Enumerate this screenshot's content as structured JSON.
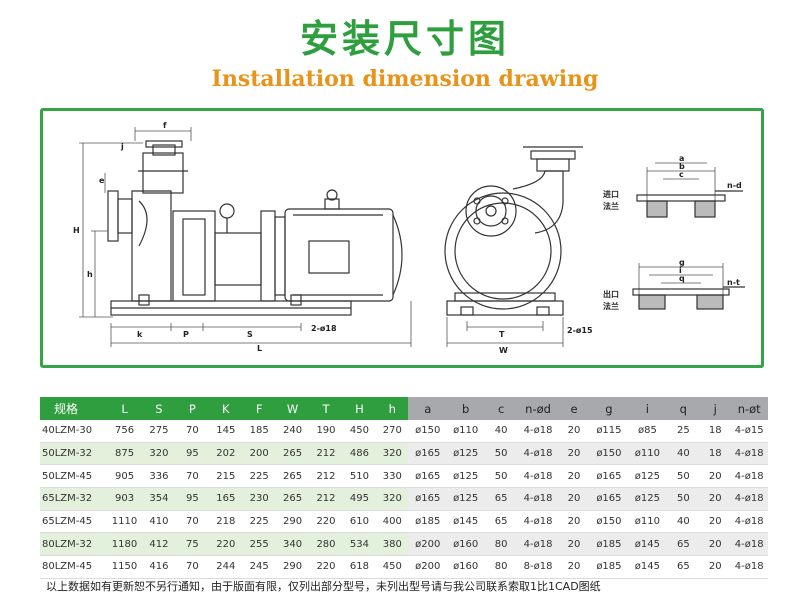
{
  "header": {
    "title_cn": "安装尺寸图",
    "title_en": "Installation dimension drawing"
  },
  "drawing": {
    "side_labels": {
      "f": "f",
      "j": "j",
      "e": "e",
      "H": "H",
      "h": "h",
      "k": "k",
      "P": "P",
      "S": "S",
      "L": "L",
      "holes": "2-ø18"
    },
    "front_labels": {
      "T": "T",
      "W": "W",
      "holes": "2-ø15"
    },
    "inlet_flange": {
      "a": "a",
      "b": "b",
      "c": "c",
      "holes": "n-d",
      "label_line1": "进口",
      "label_line2": "法兰"
    },
    "outlet_flange": {
      "g": "g",
      "i": "i",
      "q": "q",
      "holes": "n-t",
      "label_line1": "出口",
      "label_line2": "法兰"
    }
  },
  "table": {
    "headers": [
      "规格",
      "L",
      "S",
      "P",
      "K",
      "F",
      "W",
      "T",
      "H",
      "h",
      "a",
      "b",
      "c",
      "n-ød",
      "e",
      "g",
      "i",
      "q",
      "j",
      "n-øt"
    ],
    "rows": [
      [
        "40LZM-30",
        "756",
        "275",
        "70",
        "145",
        "185",
        "240",
        "190",
        "450",
        "270",
        "ø150",
        "ø110",
        "40",
        "4-ø18",
        "20",
        "ø115",
        "ø85",
        "25",
        "18",
        "4-ø15"
      ],
      [
        "50LZM-32",
        "875",
        "320",
        "95",
        "202",
        "200",
        "265",
        "212",
        "486",
        "320",
        "ø165",
        "ø125",
        "50",
        "4-ø18",
        "20",
        "ø150",
        "ø110",
        "40",
        "18",
        "4-ø18"
      ],
      [
        "50LZM-45",
        "905",
        "336",
        "70",
        "215",
        "225",
        "265",
        "212",
        "510",
        "330",
        "ø165",
        "ø125",
        "50",
        "4-ø18",
        "20",
        "ø165",
        "ø125",
        "50",
        "20",
        "4-ø18"
      ],
      [
        "65LZM-32",
        "903",
        "354",
        "95",
        "165",
        "230",
        "265",
        "212",
        "495",
        "320",
        "ø165",
        "ø125",
        "65",
        "4-ø18",
        "20",
        "ø165",
        "ø125",
        "50",
        "20",
        "4-ø18"
      ],
      [
        "65LZM-45",
        "1110",
        "410",
        "70",
        "218",
        "225",
        "290",
        "220",
        "610",
        "400",
        "ø185",
        "ø145",
        "65",
        "4-ø18",
        "20",
        "ø150",
        "ø110",
        "40",
        "20",
        "4-ø18"
      ],
      [
        "80LZM-32",
        "1180",
        "412",
        "75",
        "220",
        "255",
        "340",
        "280",
        "534",
        "380",
        "ø200",
        "ø160",
        "80",
        "4-ø18",
        "20",
        "ø185",
        "ø145",
        "65",
        "20",
        "4-ø18"
      ],
      [
        "80LZM-45",
        "1150",
        "416",
        "70",
        "244",
        "245",
        "290",
        "220",
        "618",
        "450",
        "ø200",
        "ø160",
        "80",
        "8-ø18",
        "20",
        "ø185",
        "ø145",
        "65",
        "20",
        "4-ø18"
      ]
    ]
  },
  "footnote": "以上数据如有更新恕不另行通知，由于版面有限，仅列出部分型号，未列出型号请与我公司联系索取1比1CAD图纸",
  "colors": {
    "green": "#2f9e3f",
    "orange": "#e8931a",
    "gray_header": "#a7a9ac",
    "row_tint": "#e3f1dc"
  }
}
